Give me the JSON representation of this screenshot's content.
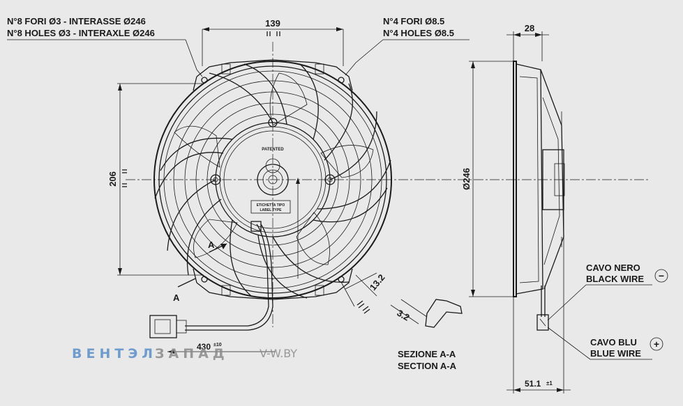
{
  "labels": {
    "holes_small_it": "N°8 FORI Ø3 - INTERASSE Ø246",
    "holes_small_en": "N°8 HOLES Ø3 - INTERAXLE Ø246",
    "holes_big_it": "N°4 FORI Ø8.5",
    "holes_big_en": "N°4 HOLES Ø8.5",
    "dim_top_width": "139",
    "dim_height": "206",
    "dim_depth_top": "28",
    "dim_diameter": "Ø246",
    "dim_offset": "13.2",
    "dim_section": "3.2",
    "dim_bottom_depth": "51.1",
    "dim_bottom_tol": "±1",
    "dim_cable": "430",
    "dim_cable_tol": "±10",
    "section_mark": "A",
    "section_it": "SEZIONE A-A",
    "section_en": "SECTION A-A",
    "black_wire_it": "CAVO NERO",
    "black_wire_en": "BLACK WIRE",
    "black_sign": "−",
    "blue_wire_it": "CAVO BLU",
    "blue_wire_en": "BLUE WIRE",
    "blue_sign": "+",
    "hub_patented": "PATENTED",
    "hub_label_it": "ETICHETTA TIPO",
    "hub_label_en": "LABEL TYPE",
    "watermark_a": "ВЕНТЭЛ",
    "watermark_b": "ЗАПАД",
    "watermark_url": "V-W.BY"
  },
  "colors": {
    "background": "#e9e9e9",
    "ink": "#1a1a1a",
    "watermark_blue": "#5b8fc9",
    "watermark_gray": "#8a8a8a"
  }
}
